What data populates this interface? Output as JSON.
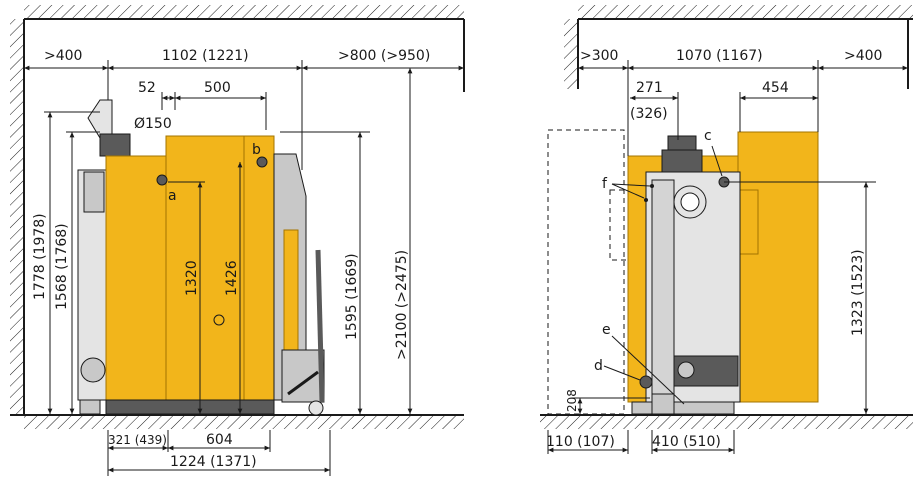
{
  "colors": {
    "boiler": "#f2b51b",
    "boiler_edge": "#a37400",
    "grey": "#c8c8c8",
    "dark_grey": "#5a5a5a",
    "line": "#1a1a1a",
    "pipe_light": "#e4e4e4"
  },
  "left_view": {
    "top_dims": [
      ">400",
      "1102 (1221)",
      ">800 (>950)"
    ],
    "small_dims": [
      "52",
      "500",
      "Ø150"
    ],
    "vertical_dims": [
      "1778 (1978)",
      "1568 (1768)",
      "1320",
      "1426",
      "1595 (1669)",
      ">2100 (>2475)"
    ],
    "bottom_dims": [
      "321 (439)",
      "604",
      "1224 (1371)"
    ],
    "labels": [
      "a",
      "b"
    ]
  },
  "right_view": {
    "top_dims": [
      ">300",
      "1070 (1167)",
      ">400"
    ],
    "small_dims": [
      "271",
      "(326)",
      "454"
    ],
    "vertical_dims": [
      "1323 (1523)",
      "208"
    ],
    "bottom_dims": [
      "110 (107)",
      "410 (510)"
    ],
    "labels": [
      "c",
      "f",
      "e",
      "d"
    ]
  }
}
